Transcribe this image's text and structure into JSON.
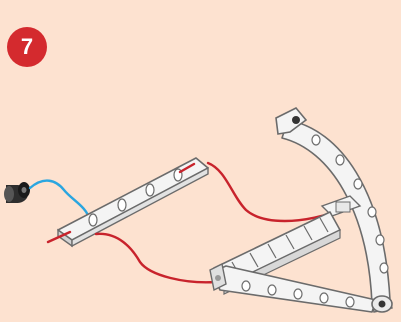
{
  "step": {
    "number": "7",
    "badge_color": "#d42a2e"
  },
  "colors": {
    "background": "#fde2d0",
    "connector_red": "#c8232c",
    "connector_blue": "#2aa6e0",
    "part_fill": "#f4f4f4",
    "part_stroke": "#6b6b6b",
    "part_shadow": "#d2d2d2",
    "pin_dark": "#333333"
  },
  "parts": [
    {
      "name": "black-bushing",
      "kind": "bushing"
    },
    {
      "name": "straight-rod",
      "kind": "rod"
    },
    {
      "name": "curved-arch-frame",
      "kind": "frame"
    }
  ],
  "connectors": [
    {
      "name": "blue-connector-line",
      "color": "blue"
    },
    {
      "name": "red-connector-line-upper",
      "color": "red"
    },
    {
      "name": "red-connector-line-lower",
      "color": "red"
    }
  ]
}
